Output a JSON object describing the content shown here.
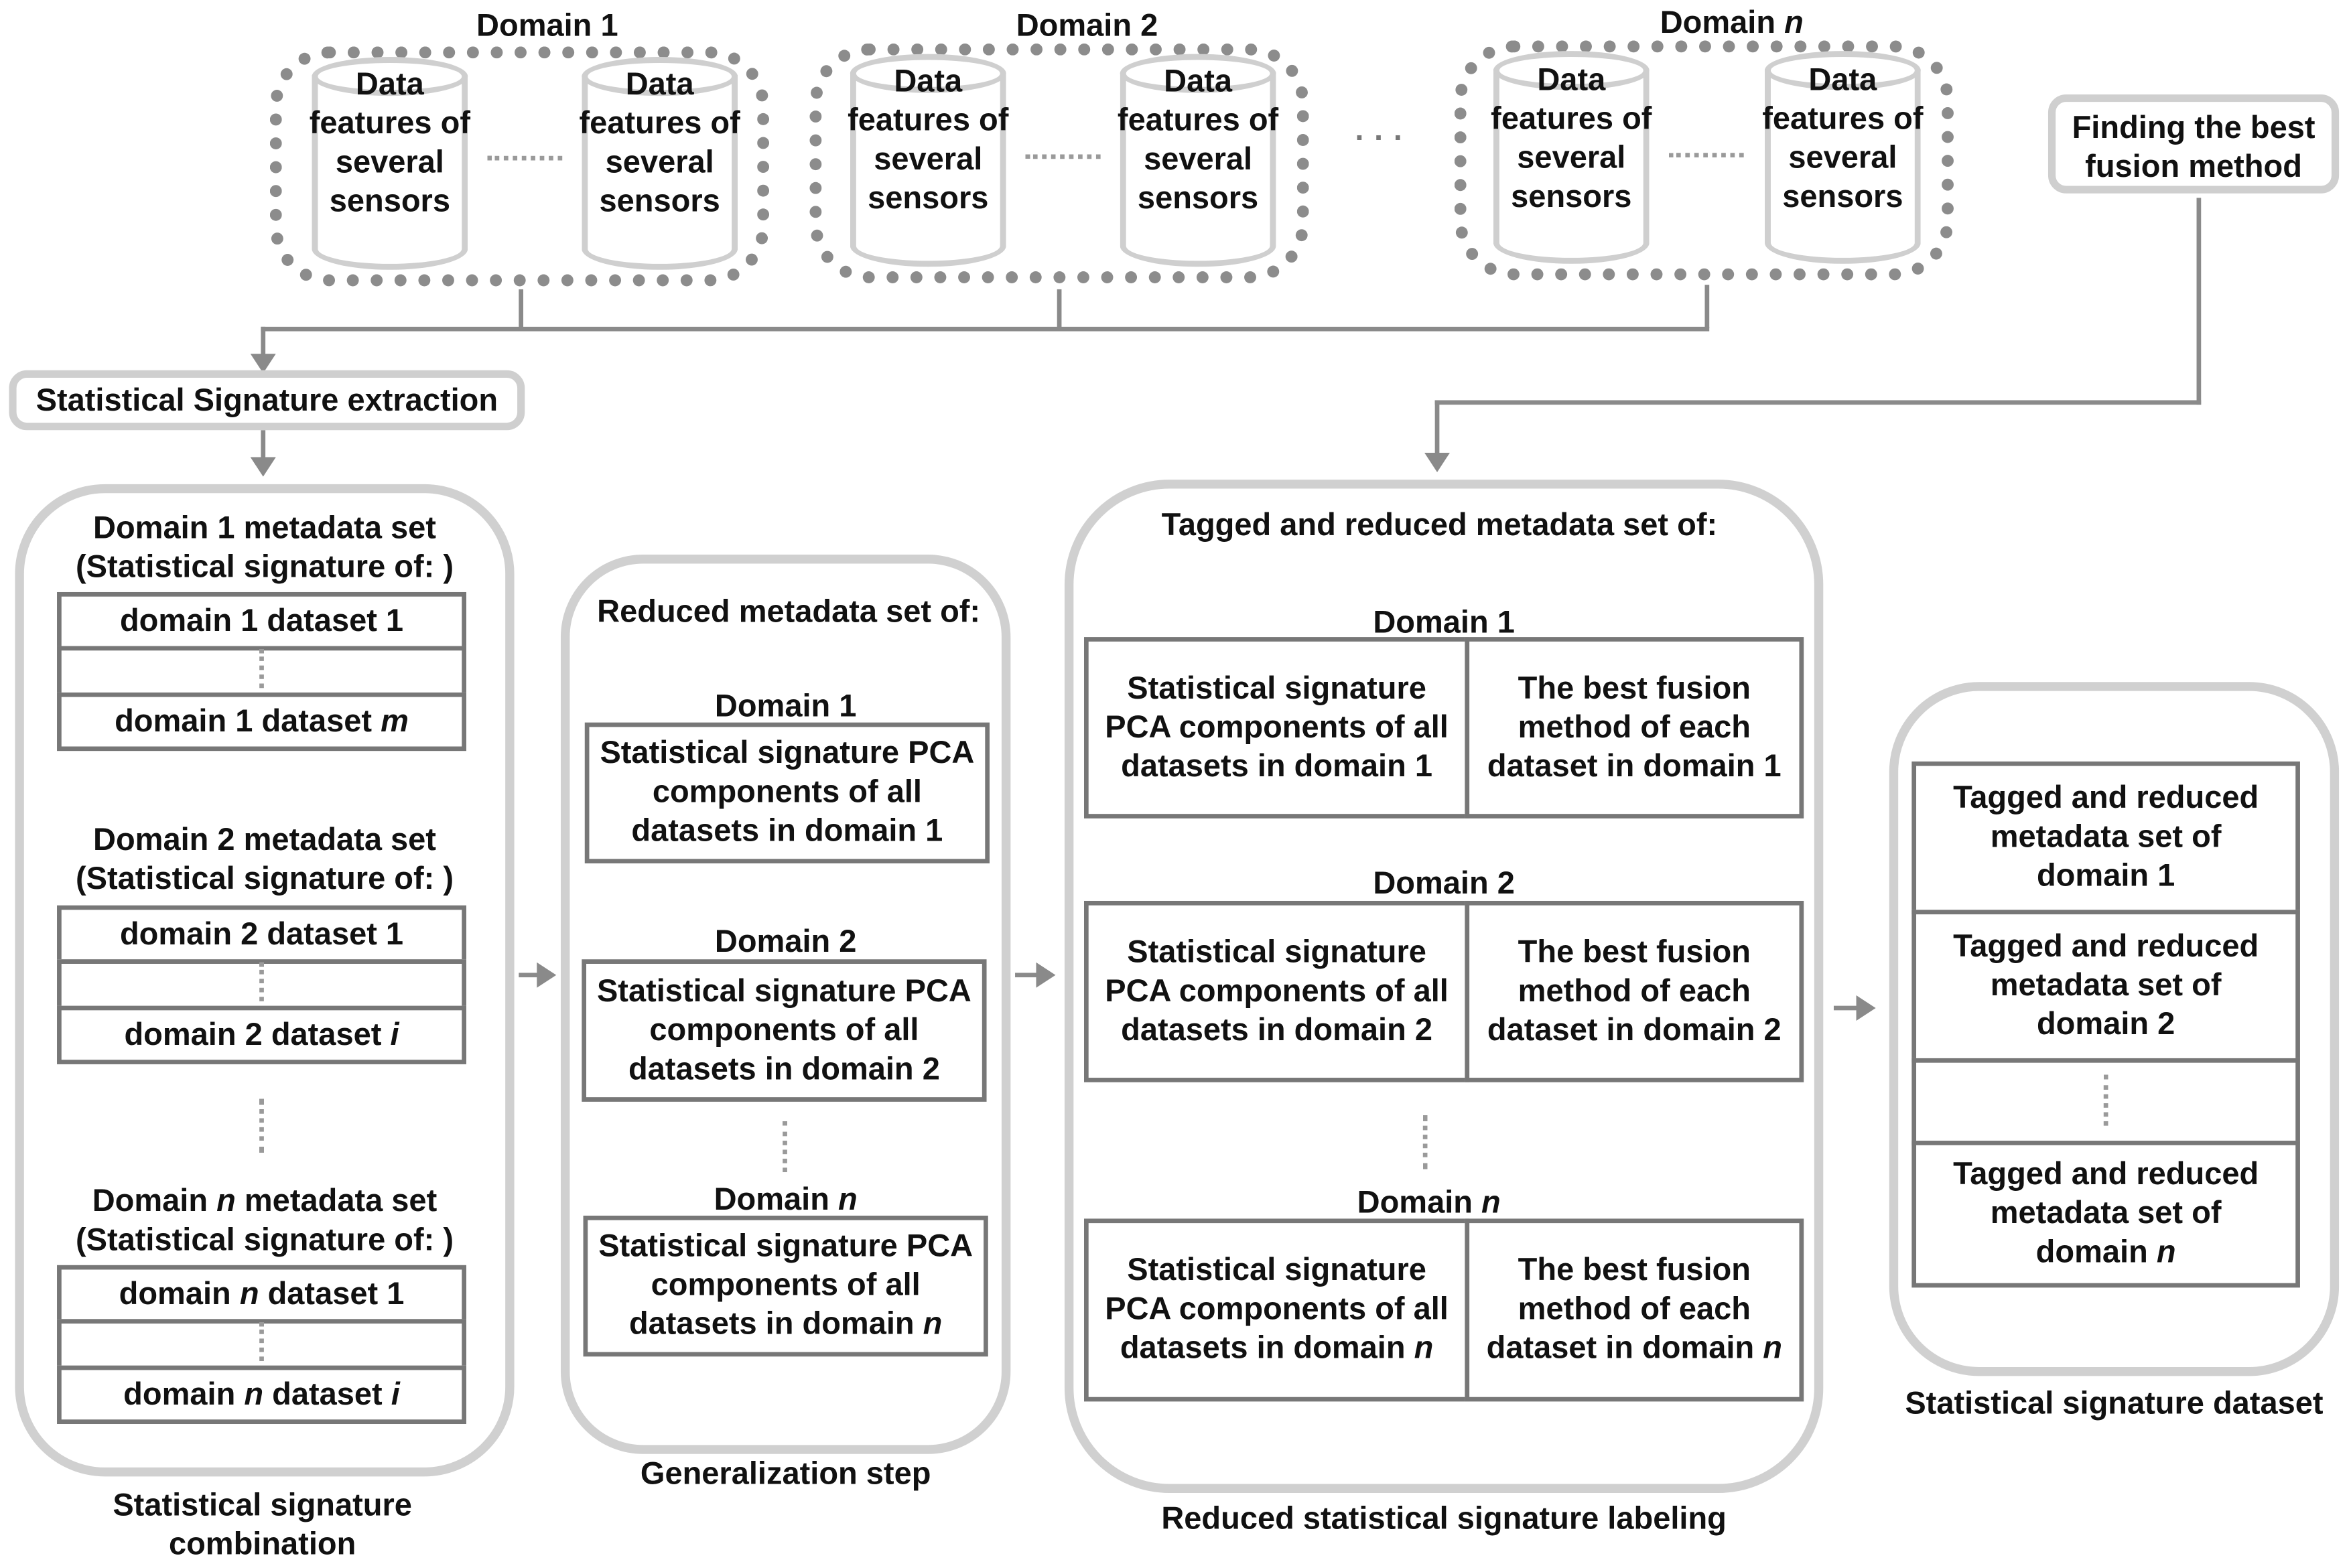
{
  "colors": {
    "panel_border": "#d0d0d0",
    "group_border": "#8c8c8c",
    "box_border": "#777777",
    "arrow": "#8a8a8a"
  },
  "sources": {
    "domains": [
      {
        "title": "Domain 1",
        "cyl_label": "Data features of several sensors"
      },
      {
        "title": "Domain 2",
        "cyl_label": "Data features of several sensors"
      },
      {
        "title": "Domain ",
        "title_var": "n",
        "cyl_label": "Data features of several sensors"
      }
    ],
    "ellipsis": "· · ·",
    "best_fusion": "Finding the best fusion method"
  },
  "extraction": {
    "label": "Statistical Signature extraction"
  },
  "combination": {
    "caption": "Statistical signature combination",
    "d1_title": "Domain 1 metadata set",
    "d1_sub": "(Statistical signature of: )",
    "d1_first": "domain 1 dataset 1",
    "d1_last": "domain 1 dataset ",
    "d1_last_var": "m",
    "d2_title": "Domain 2 metadata set",
    "d2_sub": "(Statistical signature of: )",
    "d2_first": "domain 2 dataset 1",
    "d2_last": "domain 2 dataset ",
    "d2_last_var": "i",
    "dn_title_pre": "Domain ",
    "dn_title_var": "n",
    "dn_title_post": " metadata set",
    "dn_sub": "(Statistical signature of: )",
    "dn_first_pre": "domain ",
    "dn_first_var": "n",
    "dn_first_post": " dataset 1",
    "dn_last_pre": "domain ",
    "dn_last_var": "n",
    "dn_last_post": " dataset ",
    "dn_last_var2": "i"
  },
  "generalization": {
    "caption": "Generalization step",
    "title": "Reduced metadata set of:",
    "d1_label": "Domain 1",
    "d1_box": "Statistical signature PCA components of all datasets in domain 1",
    "d2_label": "Domain 2",
    "d2_box": "Statistical signature PCA components of all datasets in domain 2",
    "dn_label": "Domain ",
    "dn_var": "n",
    "dn_box": "Statistical signature PCA components of all datasets in domain ",
    "dn_box_var": "n"
  },
  "labeling": {
    "caption": "Reduced statistical signature labeling",
    "title": "Tagged and reduced metadata set of:",
    "d1_label": "Domain 1",
    "d1_left": "Statistical signature PCA components of all datasets in domain 1",
    "d1_right": "The best fusion method of each dataset in domain 1",
    "d2_label": "Domain 2",
    "d2_left": "Statistical signature PCA components of all datasets in domain 2",
    "d2_right": "The best fusion method of each dataset in domain 2",
    "dn_label": "Domain ",
    "dn_var": "n",
    "dn_left": "Statistical signature PCA components of all datasets in domain ",
    "dn_left_var": "n",
    "dn_right": "The best fusion method of each dataset in domain ",
    "dn_right_var": "n"
  },
  "dataset": {
    "caption": "Statistical signature dataset",
    "item1": "Tagged and reduced metadata set of domain 1",
    "item2": "Tagged and reduced metadata set of domain 2",
    "itemn": "Tagged and reduced metadata set of domain ",
    "itemn_var": "n"
  }
}
